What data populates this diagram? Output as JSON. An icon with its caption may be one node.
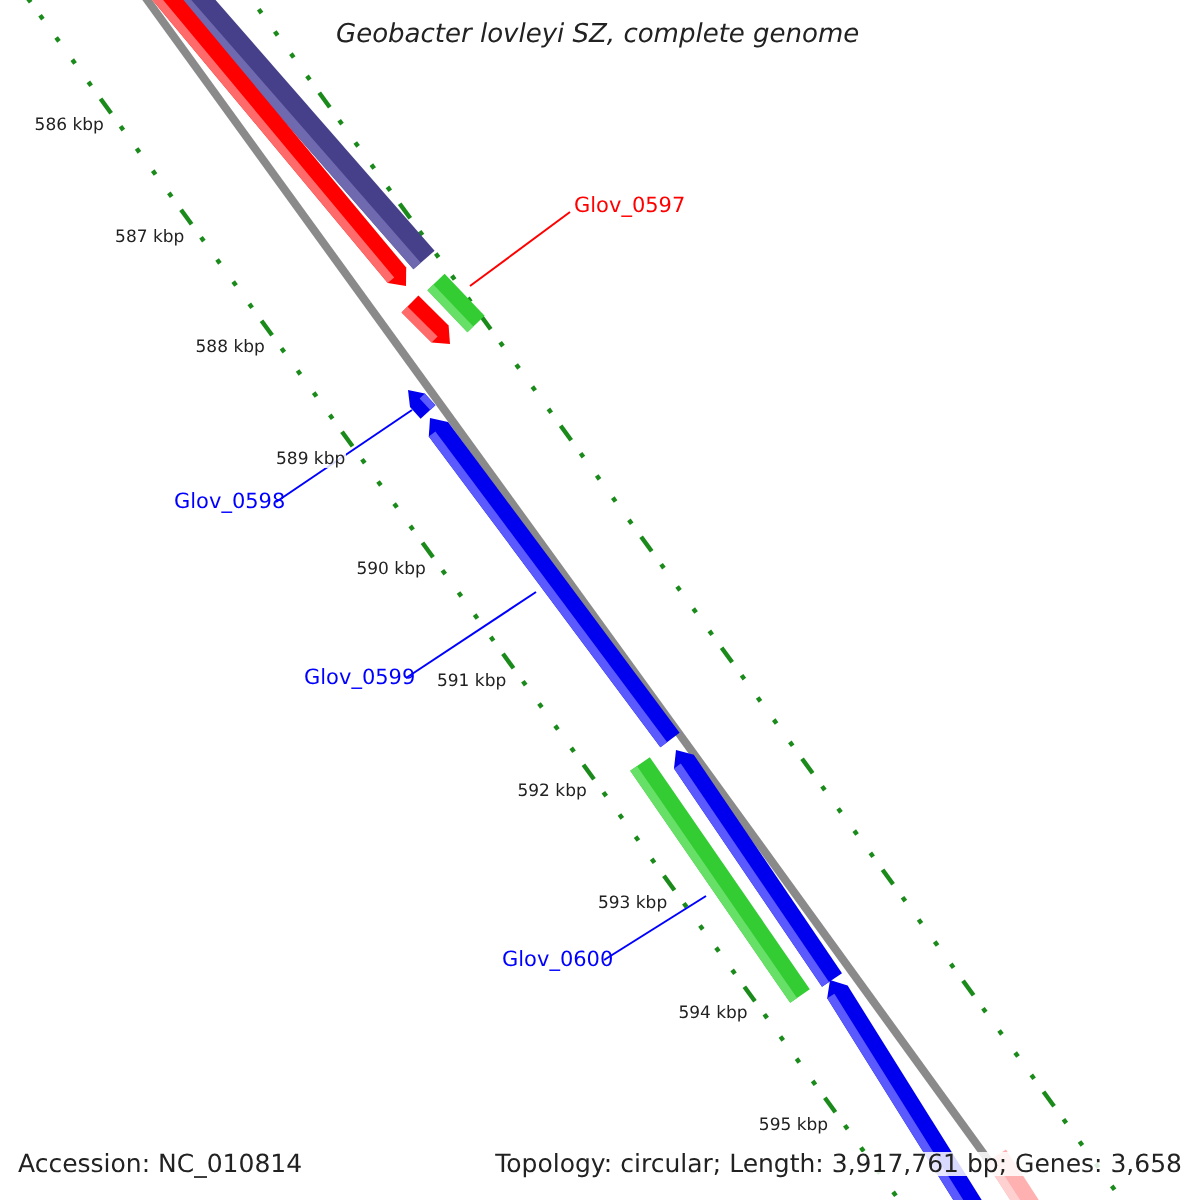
{
  "diagram": {
    "title": "Geobacter lovleyi SZ, complete genome",
    "nodes": [
      {
        "text": [
          "Glov_0597"
        ]
      },
      {
        "text": [],
        "shape": "bar"
      },
      {
        "text": [
          "Glov_0598"
        ]
      },
      {
        "text": [],
        "shape": "bar"
      },
      {
        "text": [
          "Glov_0599"
        ]
      },
      {
        "text": [],
        "shape": "bar"
      },
      {
        "text": [
          "Glov_0600"
        ]
      },
      {
        "text": [],
        "shape": "bar"
      }
    ],
    "edges": [
      {
        "from": 0,
        "to": 1,
        "arrow": "none",
        "color": "#ff0000"
      },
      {
        "from": 2,
        "to": 3,
        "arrow": "none"
      },
      {
        "from": 4,
        "to": 5,
        "arrow": "none"
      },
      {
        "from": 6,
        "to": 7,
        "arrow": "none"
      }
    ],
    "labels": [
      "586 kbp",
      "587 kbp",
      "588 kbp",
      "589 kbp",
      "590 kbp",
      "591 kbp",
      "592 kbp",
      "593 kbp",
      "594 kbp",
      "595 kbp",
      "Accession: NC_010814",
      "Topology: circular; Length: 3,917,761 bp; Genes: 3,658"
    ]
  }
}
